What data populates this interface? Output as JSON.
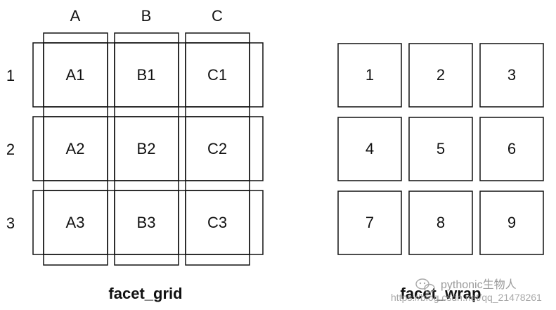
{
  "facet_grid": {
    "columns": [
      "A",
      "B",
      "C"
    ],
    "rows": [
      "1",
      "2",
      "3"
    ],
    "cells": [
      [
        "A1",
        "B1",
        "C1"
      ],
      [
        "A2",
        "B2",
        "C2"
      ],
      [
        "A3",
        "B3",
        "C3"
      ]
    ],
    "caption": "facet_grid"
  },
  "facet_wrap": {
    "cells": [
      [
        "1",
        "2",
        "3"
      ],
      [
        "4",
        "5",
        "6"
      ],
      [
        "7",
        "8",
        "9"
      ]
    ],
    "caption": "facet_wrap"
  },
  "watermark": {
    "brand": "pythonic生物人",
    "url": "https://blog.csdn.net/qq_21478261"
  }
}
